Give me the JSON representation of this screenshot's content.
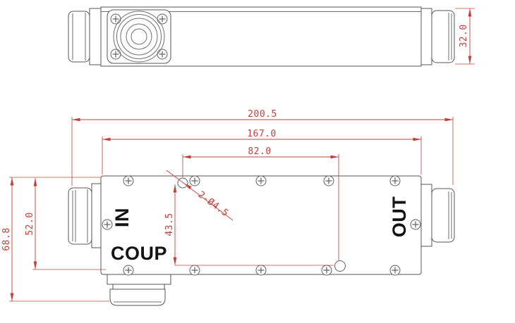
{
  "drawing_title": "Directional coupler outline drawing, two orthographic views",
  "colors": {
    "dimension_red": "#c2403c",
    "outline_gray": "#565656",
    "label_black": "#131313",
    "background": "#ffffff"
  },
  "port_labels": {
    "in": "IN",
    "out": "OUT",
    "coup": "COUP"
  },
  "dimensions": {
    "overall_length": "200.5",
    "body_length": "167.0",
    "hole_spacing_horizontal": "82.0",
    "connector_height": "32.0",
    "body_height": "52.0",
    "overall_height": "68.8",
    "hole_spacing_vertical": "43.5",
    "hole_callout": "2-Ø4.5"
  }
}
